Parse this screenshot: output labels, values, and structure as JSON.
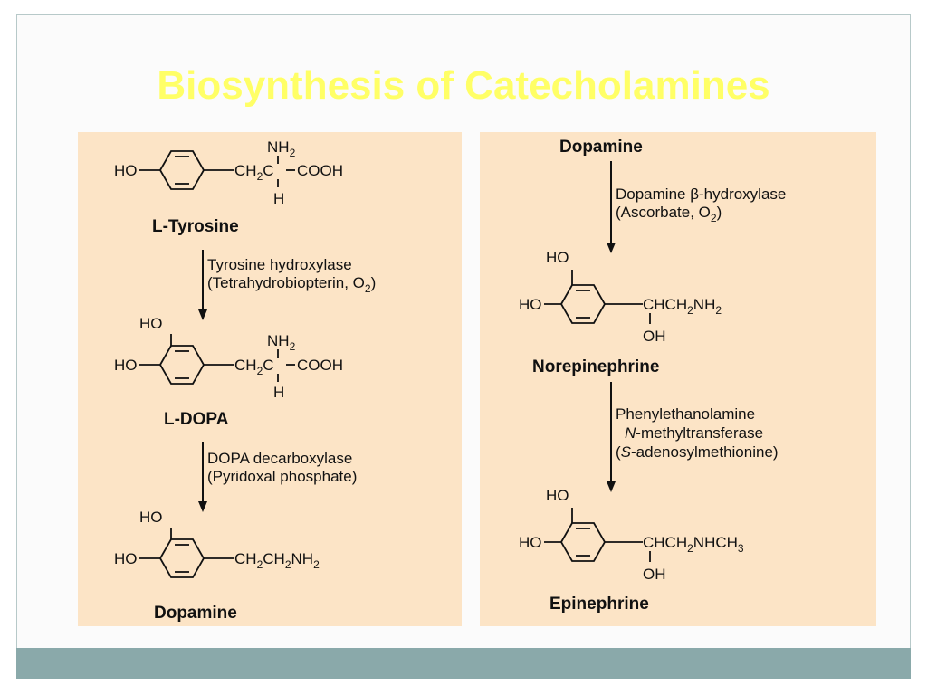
{
  "title": "Biosynthesis of Catecholamines",
  "left_panel": {
    "tyrosine": {
      "ho": "HO",
      "side_chain_a": "CH",
      "side_chain_b": "C",
      "amine_top": "NH",
      "carboxyl": "COOH",
      "h_bottom": "H",
      "sub2": "2",
      "name": "L-Tyrosine"
    },
    "step1": {
      "enzyme": "Tyrosine hydroxylase",
      "cofactor_a": "(Tetrahydrobiopterin, O",
      "cofactor_sub": "2",
      "cofactor_b": ")"
    },
    "ldopa": {
      "ho_top": "HO",
      "ho_left": "HO",
      "side_chain_a": "CH",
      "side_chain_b": "C",
      "amine_top": "NH",
      "carboxyl": "COOH",
      "h_bottom": "H",
      "sub2": "2",
      "name": "L-DOPA"
    },
    "step2": {
      "enzyme": "DOPA decarboxylase",
      "cofactor": "(Pyridoxal phosphate)"
    },
    "dopamine": {
      "ho_top": "HO",
      "ho_left": "HO",
      "chain_a": "CH",
      "chain_b": "CH",
      "chain_c": "NH",
      "sub2": "2",
      "name": "Dopamine"
    }
  },
  "right_panel": {
    "dopamine_name": "Dopamine",
    "step3": {
      "enzyme_a": "Dopamine ",
      "beta": "β",
      "enzyme_b": "-hydroxylase",
      "cofactor_a": "(Ascorbate, O",
      "cofactor_sub": "2",
      "cofactor_b": ")"
    },
    "norepinephrine": {
      "ho_top": "HO",
      "ho_left": "HO",
      "chain_a": "CHCH",
      "chain_b": "NH",
      "oh": "OH",
      "sub2": "2",
      "name": "Norepinephrine"
    },
    "step4": {
      "enzyme_line1": "Phenylethanolamine",
      "enzyme_line2_n": "N",
      "enzyme_line2": "-methyltransferase",
      "cofactor_open": "(",
      "cofactor_s": "S",
      "cofactor_rest": "-adenosylmethionine)"
    },
    "epinephrine": {
      "ho_top": "HO",
      "ho_left": "HO",
      "chain_a": "CHCH",
      "chain_b": "NHCH",
      "sub3": "3",
      "oh": "OH",
      "sub2": "2",
      "name": "Epinephrine"
    }
  }
}
